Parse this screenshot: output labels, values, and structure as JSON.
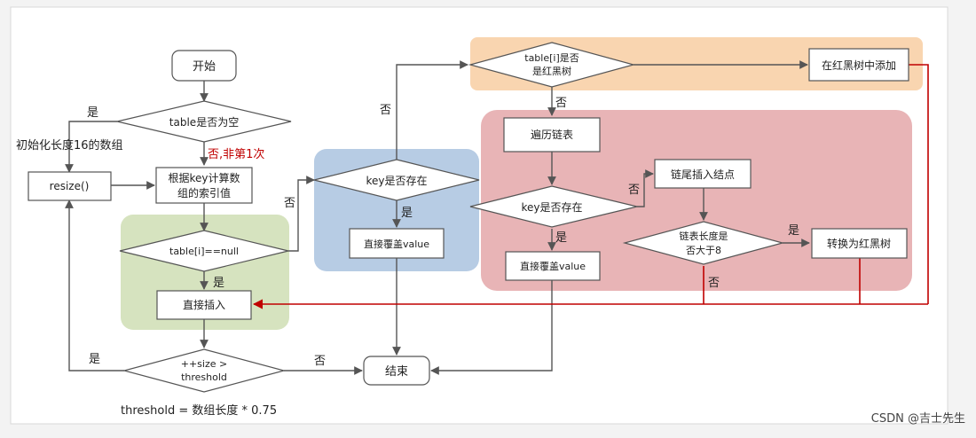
{
  "nodes": {
    "start": "开始",
    "table_empty": "table是否为空",
    "init_array": "初始化长度16的数组",
    "resize": "resize()",
    "calc_index_1": "根据key计算数",
    "calc_index_2": "组的索引值",
    "table_i_null": "table[i]==null",
    "direct_insert": "直接插入",
    "size_check_1": "++size >",
    "size_check_2": "threshold",
    "end": "结束",
    "threshold_note": "threshold = 数组长度 * 0.75",
    "key_exists_1": "key是否存在",
    "overwrite_1": "直接覆盖value",
    "is_rbtree_1": "table[i]是否",
    "is_rbtree_2": "是红黑树",
    "rb_add": "在红黑树中添加",
    "traverse_list": "遍历链表",
    "key_exists_2": "key是否存在",
    "overwrite_2": "直接覆盖value",
    "tail_insert": "链尾插入结点",
    "len_check_1": "链表长度是",
    "len_check_2": "否大于8",
    "to_rbtree": "转换为红黑树"
  },
  "labels": {
    "yes": "是",
    "no": "否",
    "no_not_first": "否,非第1次"
  },
  "watermark": "CSDN @吉士先生",
  "colors": {
    "green_region": "#d6e3bf",
    "blue_region": "#b7cce4",
    "orange_region": "#f9d5b0",
    "red_region": "#e8b4b6",
    "accent_red": "#c00000"
  }
}
